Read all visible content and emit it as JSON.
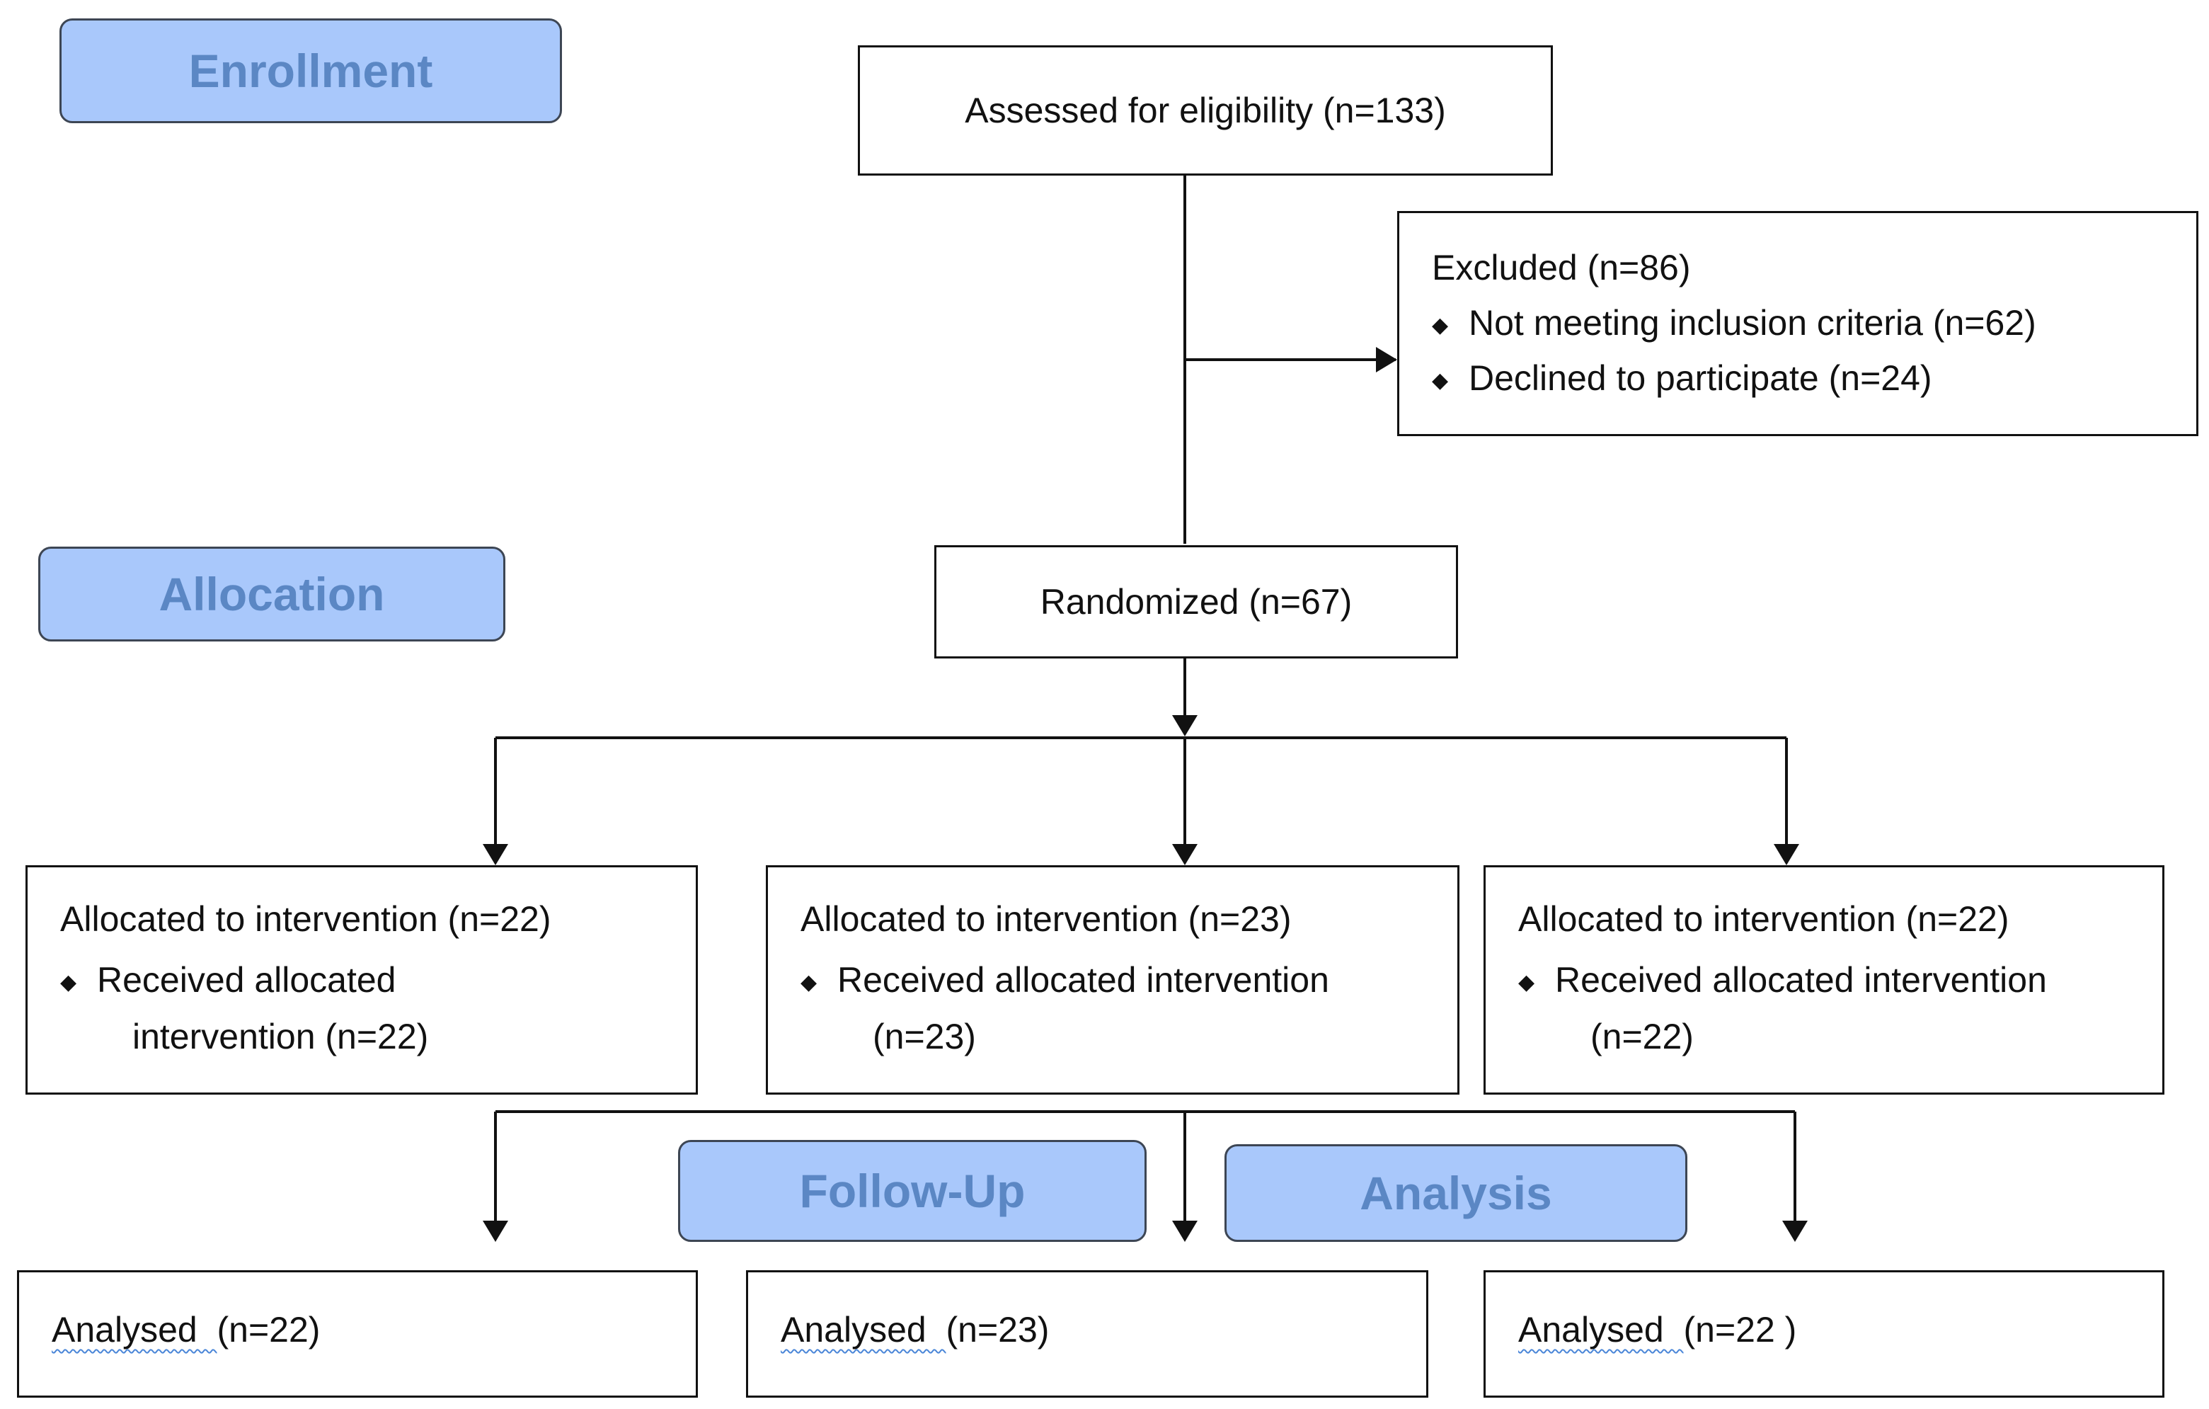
{
  "phases": {
    "enrollment": "Enrollment",
    "allocation": "Allocation",
    "follow_up": "Follow-Up",
    "analysis": "Analysis"
  },
  "assessed": "Assessed for eligibility (n=133)",
  "excluded": {
    "title": "Excluded (n=86)",
    "items": [
      "Not meeting inclusion criteria (n=62)",
      "Declined to participate (n=24)"
    ]
  },
  "randomized": "Randomized (n=67)",
  "allocated": [
    {
      "title": "Allocated to intervention (n=22)",
      "line1": "Received allocated",
      "line2": "intervention (n=22)"
    },
    {
      "title": "Allocated to intervention (n=23)",
      "line1": "Received allocated intervention",
      "line2": "(n=23)"
    },
    {
      "title": "Allocated to intervention (n=22)",
      "line1": "Received allocated intervention",
      "line2": "(n=22)"
    }
  ],
  "analysed": [
    {
      "label": "Analysed  ",
      "count": "(n=22)"
    },
    {
      "label": "Analysed  ",
      "count": "(n=23)"
    },
    {
      "label": "Analysed  ",
      "count": "(n=22 )"
    }
  ],
  "bullet_glyph": "◆",
  "colors": {
    "phase_fill": "#a9c8fb",
    "phase_text": "#5b87c4",
    "line": "#111111"
  }
}
